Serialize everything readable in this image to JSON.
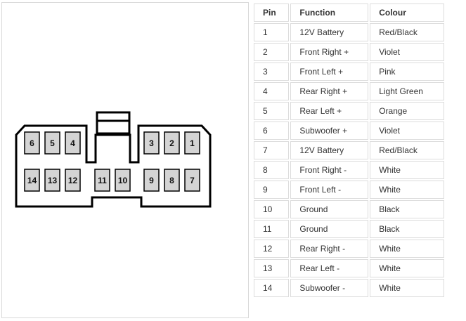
{
  "table": {
    "headers": [
      "Pin",
      "Function",
      "Colour"
    ],
    "rows": [
      [
        "1",
        "12V Battery",
        "Red/Black"
      ],
      [
        "2",
        "Front Right +",
        "Violet"
      ],
      [
        "3",
        "Front Left +",
        "Pink"
      ],
      [
        "4",
        "Rear Right +",
        "Light Green"
      ],
      [
        "5",
        "Rear Left +",
        "Orange"
      ],
      [
        "6",
        "Subwoofer +",
        "Violet"
      ],
      [
        "7",
        "12V Battery",
        "Red/Black"
      ],
      [
        "8",
        "Front Right -",
        "White"
      ],
      [
        "9",
        "Front Left -",
        "White"
      ],
      [
        "10",
        "Ground",
        "Black"
      ],
      [
        "11",
        "Ground",
        "Black"
      ],
      [
        "12",
        "Rear Right -",
        "White"
      ],
      [
        "13",
        "Rear Left -",
        "White"
      ],
      [
        "14",
        "Subwoofer -",
        "White"
      ]
    ]
  },
  "connector": {
    "top_row_pins": [
      "6",
      "5",
      "4",
      "3",
      "2",
      "1"
    ],
    "bottom_row_pins": [
      "14",
      "13",
      "12",
      "11",
      "10",
      "9",
      "8",
      "7"
    ],
    "pin_fill": "#d4d4d4",
    "outline": "#000000"
  }
}
